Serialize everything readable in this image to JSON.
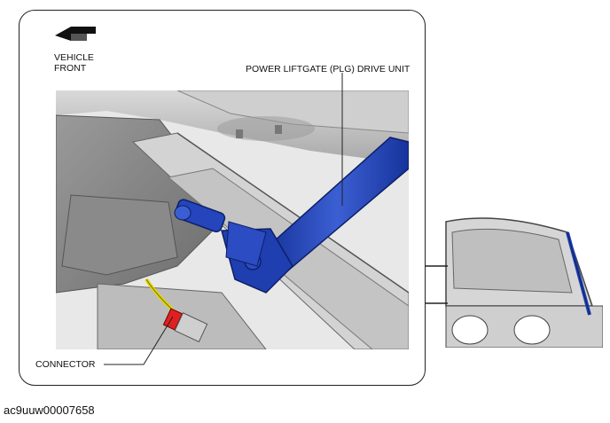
{
  "labels": {
    "vehicle_front_line1": "VEHICLE",
    "vehicle_front_line2": "FRONT",
    "drive_unit": "POWER LIFTGATE (PLG) DRIVE UNIT",
    "connector": "CONNECTOR"
  },
  "document_id": "ac9uuw00007658",
  "colors": {
    "drive_unit": "#1f3fb0",
    "drive_unit_light": "#4a6ad8",
    "connector": "#e02020",
    "harness": "#e6d800",
    "body_grey": "#b9b9b9",
    "frame": "#222222"
  },
  "icons": {
    "direction_arrow": "vehicle-front-arrow-icon"
  }
}
